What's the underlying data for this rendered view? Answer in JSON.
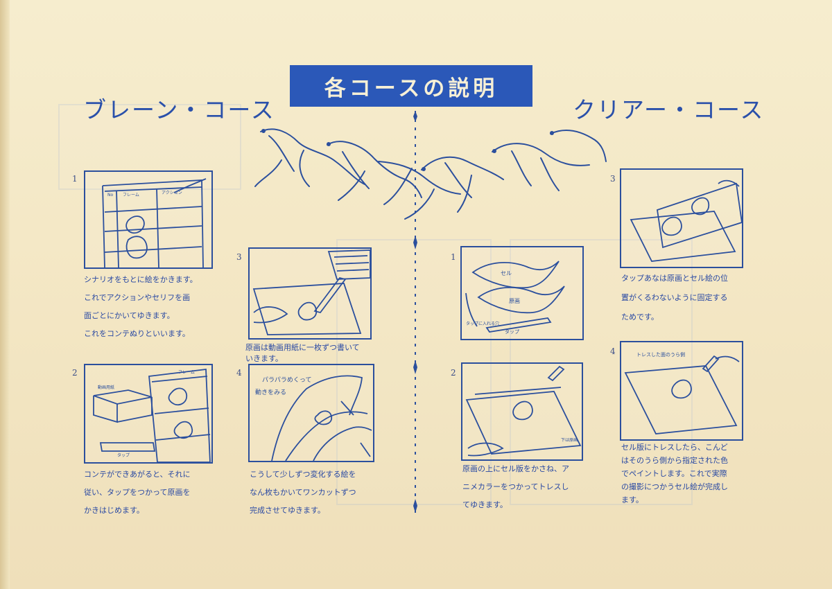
{
  "title": "各コースの説明",
  "left_course": "ブレーン・コース",
  "right_course": "クリアー・コース",
  "left": {
    "step1": {
      "num": "1",
      "labels": {
        "frame": "フレーム",
        "action": "アクション",
        "no": "No"
      },
      "text": "シナリオをもとに絵をかきます。\nこれでアクションやセリフを画\n面ごとにかいてゆきます。\nこれをコンテぬりといいます。"
    },
    "step2": {
      "num": "2",
      "labels": {
        "paper": "動画用紙",
        "tap": "タップ",
        "frame": "フレーム"
      },
      "text": "コンテができあがると、それに\n従い、タップをつかって原画を\nかきはじめます。"
    },
    "step3": {
      "num": "3",
      "text": "原画は動画用紙に一枚ずつ書いて\nいきます。"
    },
    "step4": {
      "num": "4",
      "labels": {
        "flip1": "パラパラめくって",
        "flip2": "動きをみる"
      },
      "text": "こうして少しずつ変化する絵を\nなん枚もかいてワンカットずつ\n完成させてゆきます。"
    }
  },
  "right": {
    "step1": {
      "num": "1",
      "labels": {
        "cel": "セル",
        "original": "原画",
        "holes": "タップに入れる穴",
        "tap": "タップ"
      },
      "text": ""
    },
    "step2": {
      "num": "2",
      "labels": {
        "under": "下は原画"
      },
      "text": "原画の上にセル版をかさね、ア\nニメカラーをつかってトレスし\nてゆきます。"
    },
    "step3": {
      "num": "3",
      "text": "タップあなは原画とセル絵の位\n置がくるわないように固定する\nためです。"
    },
    "step4": {
      "num": "4",
      "labels": {
        "face": "トレスした面のうら側"
      },
      "text": "セル版にトレスしたら、こんど\nはそのうら側から指定された色\nでペイントします。これで実際\nの撮影につかうセル絵が完成し\nます。"
    }
  }
}
